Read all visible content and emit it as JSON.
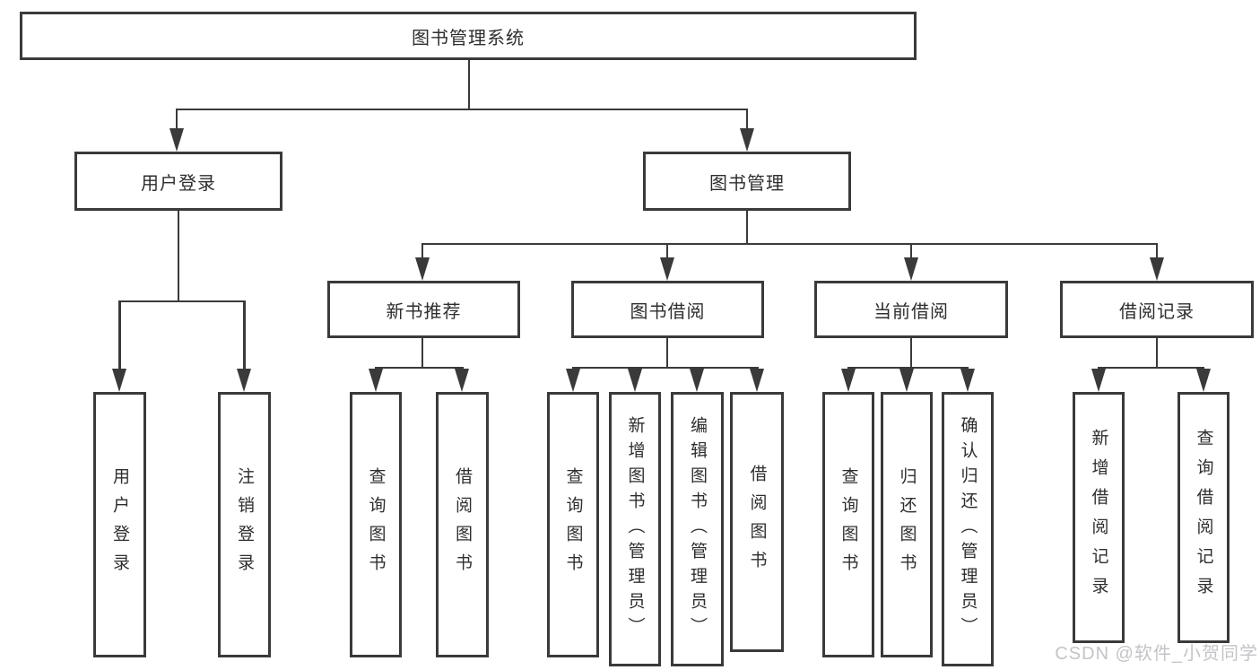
{
  "diagram": {
    "title": "图书管理系统",
    "level2": {
      "user_login": "用户登录",
      "book_mgmt": "图书管理"
    },
    "level3": {
      "new_book": "新书推荐",
      "borrow": "图书借阅",
      "current": "当前借阅",
      "records": "借阅记录"
    },
    "leaves": {
      "user_login": "用户登录",
      "logout": "注销登录",
      "nb_query": "查询图书",
      "nb_borrow": "借阅图书",
      "bw_query": "查询图书",
      "bw_add": "新增图书（管理员）",
      "bw_edit": "编辑图书（管理员）",
      "bw_borrow": "借阅图书",
      "cu_query": "查询图书",
      "cu_return": "归还图书",
      "cu_confirm": "确认归还（管理员）",
      "rc_add": "新增借阅记录",
      "rc_query": "查询借阅记录"
    }
  },
  "watermark": "CSDN @软件_小贺同学",
  "colors": {
    "line": "#3a3a3a",
    "text": "#2e2e2e",
    "watermark": "#c4c4c8",
    "background": "#ffffff"
  }
}
